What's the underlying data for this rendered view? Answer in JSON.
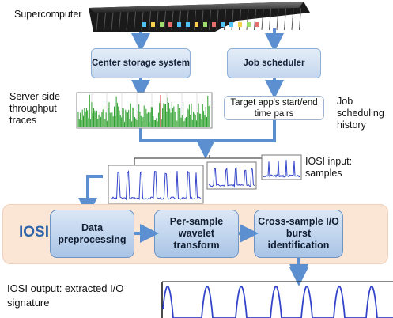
{
  "labels": {
    "supercomputer": "Supercomputer",
    "server_traces": "Server-side throughput traces",
    "job_history": "Job scheduling history",
    "iosi_input": "IOSI input: samples",
    "iosi": "IOSI",
    "iosi_output": "IOSI output: extracted I/O signature"
  },
  "boxes": {
    "center_storage": "Center storage system",
    "job_scheduler": "Job scheduler",
    "target_app": "Target app's start/end time pairs",
    "data_preprocessing": "Data preprocessing",
    "wavelet": "Per-sample wavelet transform",
    "burst": "Cross-sample I/O burst identification"
  },
  "colors": {
    "arrow": "#5b8fd0",
    "trace_green": "#2fa12f",
    "iosi_text": "#2f65a8",
    "panel": "#fbe6d6",
    "sample_line": "#3344c9"
  }
}
